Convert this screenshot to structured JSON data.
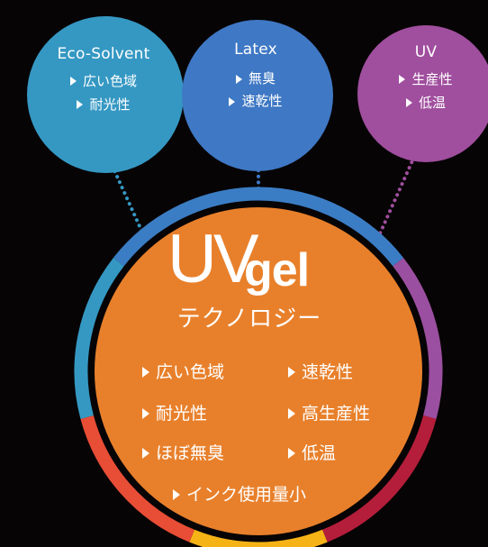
{
  "bubbles": [
    {
      "title": "Eco-Solvent",
      "items": [
        "広い色域",
        "耐光性"
      ],
      "color": "#3598c3"
    },
    {
      "title": "Latex",
      "items": [
        "無臭",
        "速乾性"
      ],
      "color": "#3f78c4"
    },
    {
      "title": "UV",
      "items": [
        "生産性",
        "低温"
      ],
      "color": "#a04e9e"
    }
  ],
  "center": {
    "logo_main": "UV",
    "logo_sub": "gel",
    "subtitle": "テクノロジー",
    "color": "#e8802b",
    "features": [
      "広い色域",
      "速乾性",
      "耐光性",
      "高生産性",
      "ほぼ無臭",
      "低温",
      "インク使用量小"
    ]
  },
  "ring_colors": [
    "#3b7dc4",
    "#9b4fa0",
    "#b51e3a",
    "#f5b316",
    "#e84d36",
    "#3598c3"
  ],
  "background": "#070405"
}
